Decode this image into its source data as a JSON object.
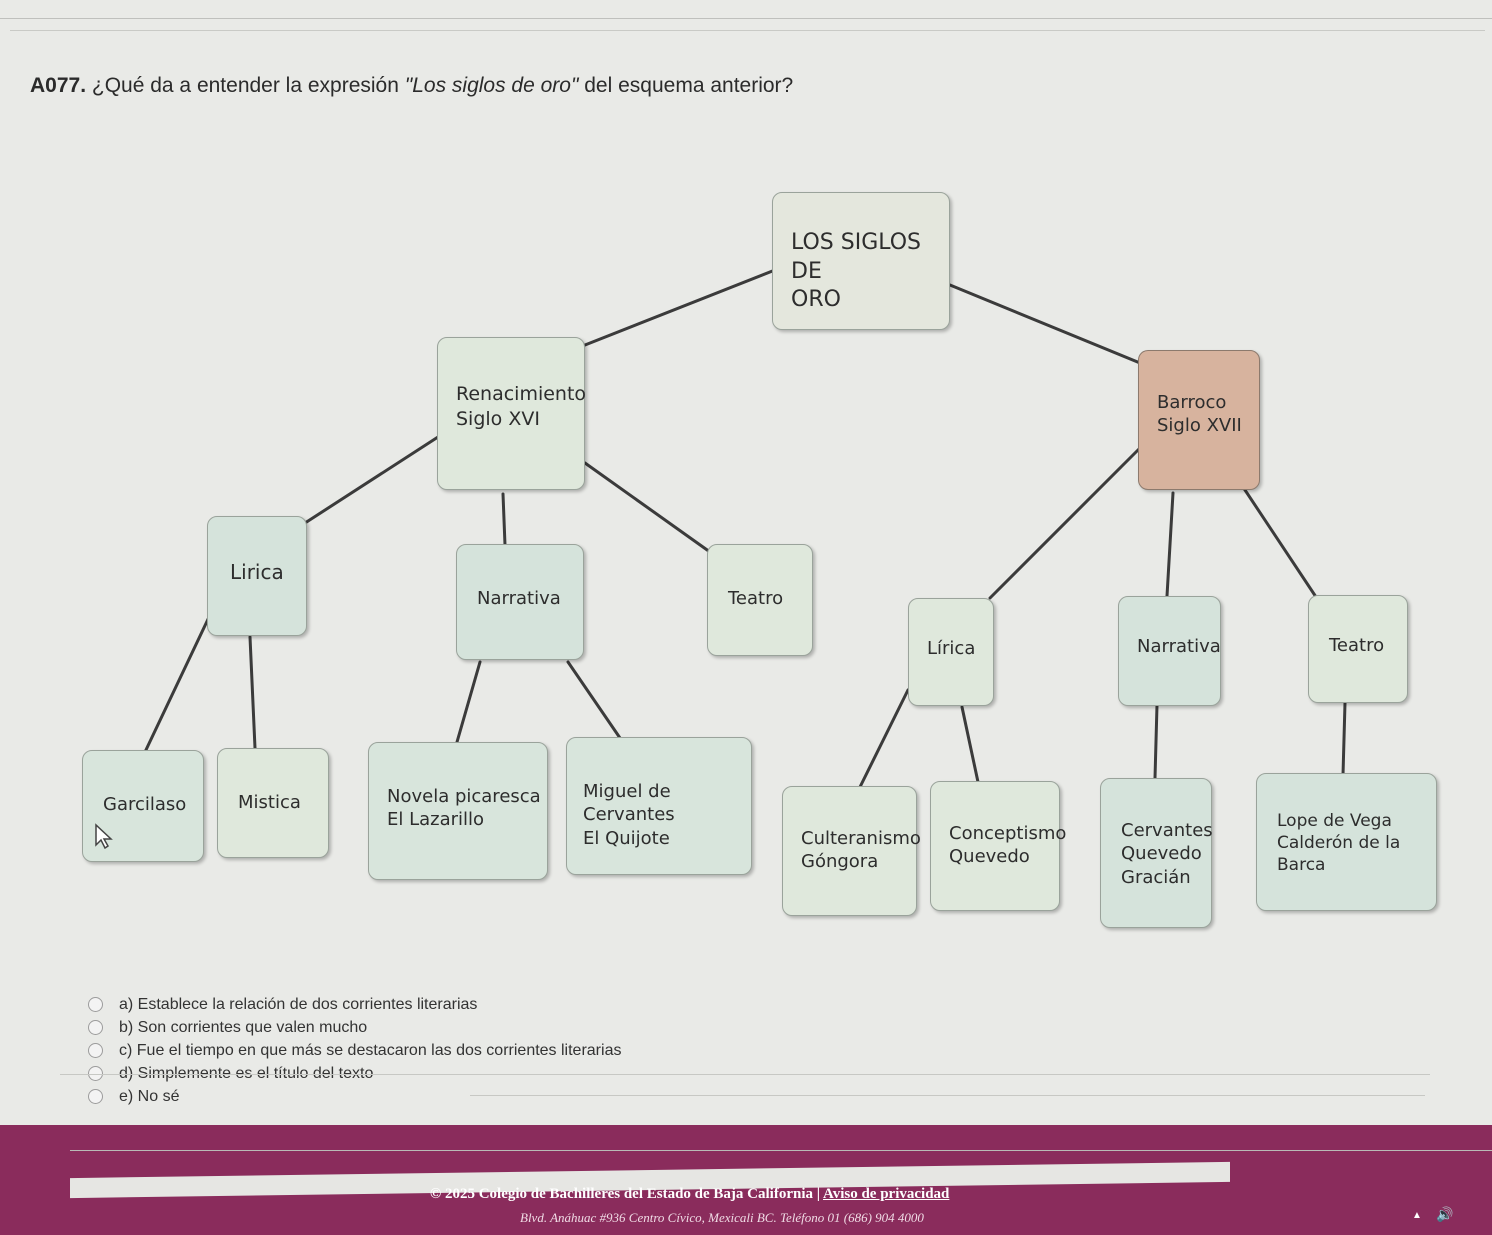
{
  "question": {
    "number": "A077.",
    "text_before": " ¿Qué da a entender la expresión ",
    "quote": "\"Los siglos de oro\"",
    "text_after": " del esquema anterior?"
  },
  "diagram": {
    "root": "LOS SIGLOS DE\nORO",
    "renacimiento": "Renacimiento\nSiglo XVI",
    "barroco": "Barroco\nSiglo XVII",
    "ren_lirica": "Lirica",
    "ren_narrativa": "Narrativa",
    "ren_teatro": "Teatro",
    "garcilaso": "Garcilaso",
    "mistica": "Mistica",
    "novela": "Novela picaresca\nEl Lazarillo",
    "cervantes_quijote": "Miguel de Cervantes\nEl Quijote",
    "bar_lirica": "Lírica",
    "bar_narrativa": "Narrativa",
    "bar_teatro": "Teatro",
    "culteranismo": "Culteranismo\nGóngora",
    "conceptismo": "Conceptismo\nQuevedo",
    "cervantes_quevedo": "Cervantes\nQuevedo\nGracián",
    "lope": "Lope de Vega\nCalderón de la Barca"
  },
  "options": [
    "a) Establece la relación de dos corrientes literarias",
    "b) Son corrientes que valen mucho",
    "c) Fue el tiempo en que más se destacaron las dos corrientes literarias",
    "d) Simplemente es el título del texto",
    "e) No sé"
  ],
  "footer": {
    "copyright": "© 2025 Colegio de Bachilleres del Estado de Baja California | ",
    "privacy": "Aviso de privacidad",
    "address": "Blvd. Anáhuac #936 Centro Cívico, Mexicali BC. Teléfono 01 (686) 904 4000"
  },
  "colors": {
    "footer_bg": "#8a2c5c",
    "baroque_node": "#d7b39e",
    "node": "#dfe8dc"
  }
}
